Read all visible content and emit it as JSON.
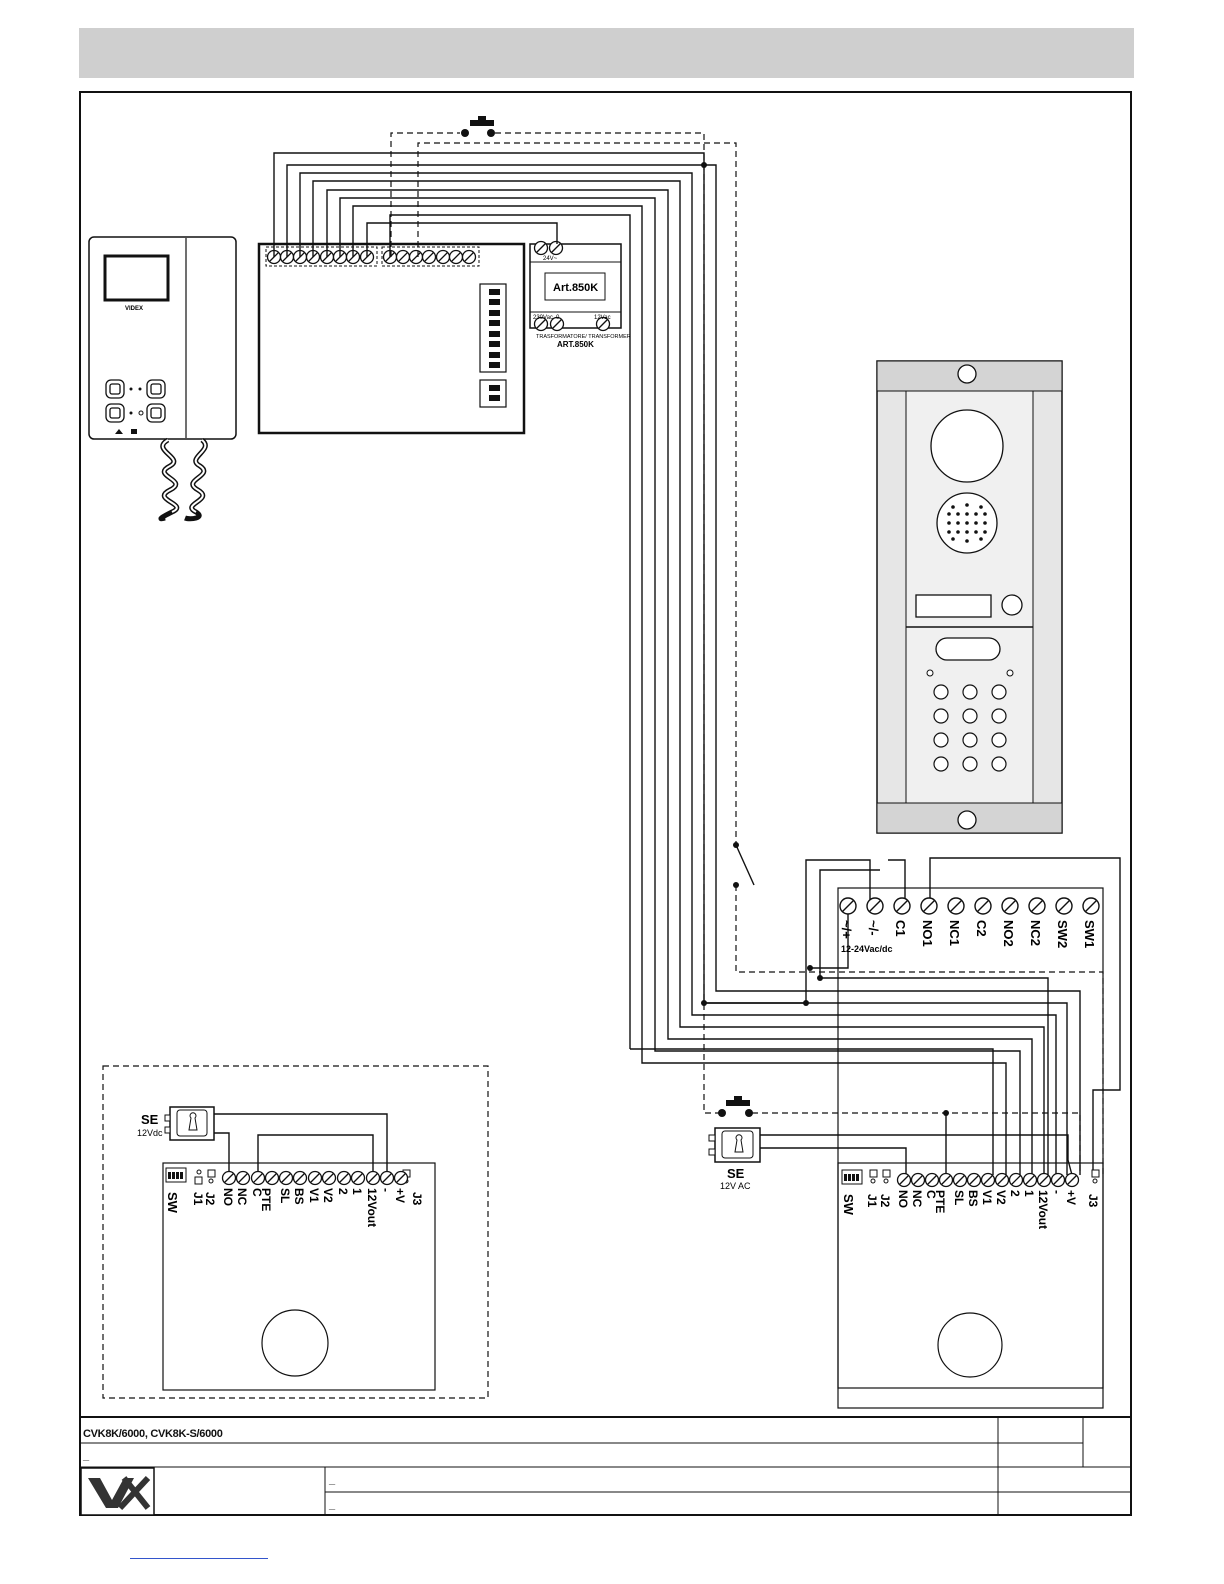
{
  "title_block": {
    "model_line": "CVK8K/6000, CVK8K-S/6000",
    "small_mark": "_",
    "row_mark_1": "_",
    "row_mark_2": "_"
  },
  "components": {
    "monitor": {
      "brand": "VIDEX"
    },
    "transformer": {
      "model_label": "Art.850K",
      "top_label": "24V~",
      "input_label": "230Vac",
      "zero_label": "0",
      "output_label": "12Vac",
      "caption_1": "TRASFORMATORE/ TRANSFORMER",
      "caption_2": "ART.850K"
    },
    "relay_module": {
      "supply_label": "12-24Vac/dc",
      "terminals": [
        "~/+",
        "~/-",
        "C1",
        "NO1",
        "NC1",
        "C2",
        "NO2",
        "NC2",
        "SW2",
        "SW1"
      ]
    },
    "speech_unit_left": {
      "lock_label": "SE",
      "lock_voltage": "12Vdc",
      "terminals": [
        "NO",
        "NC",
        "C",
        "PTE",
        "SL",
        "BS",
        "V1",
        "V2",
        "2",
        "1",
        "12Vout",
        "-",
        "+V"
      ],
      "jumpers": [
        "SW",
        "J1",
        "J2",
        "J3"
      ]
    },
    "speech_unit_right": {
      "lock_label": "SE",
      "lock_voltage": "12V AC",
      "terminals": [
        "NO",
        "NC",
        "C",
        "PTE",
        "SL",
        "BS",
        "V1",
        "V2",
        "2",
        "1",
        "12Vout",
        "-",
        "+V"
      ],
      "jumpers": [
        "SW",
        "J1",
        "J2",
        "J3"
      ]
    }
  },
  "colors": {
    "line": "#111111",
    "header_band": "#cfcfcf",
    "panel_body": "#e6e6e6",
    "panel_dark": "#3a3a3a",
    "link": "#3355cc"
  }
}
